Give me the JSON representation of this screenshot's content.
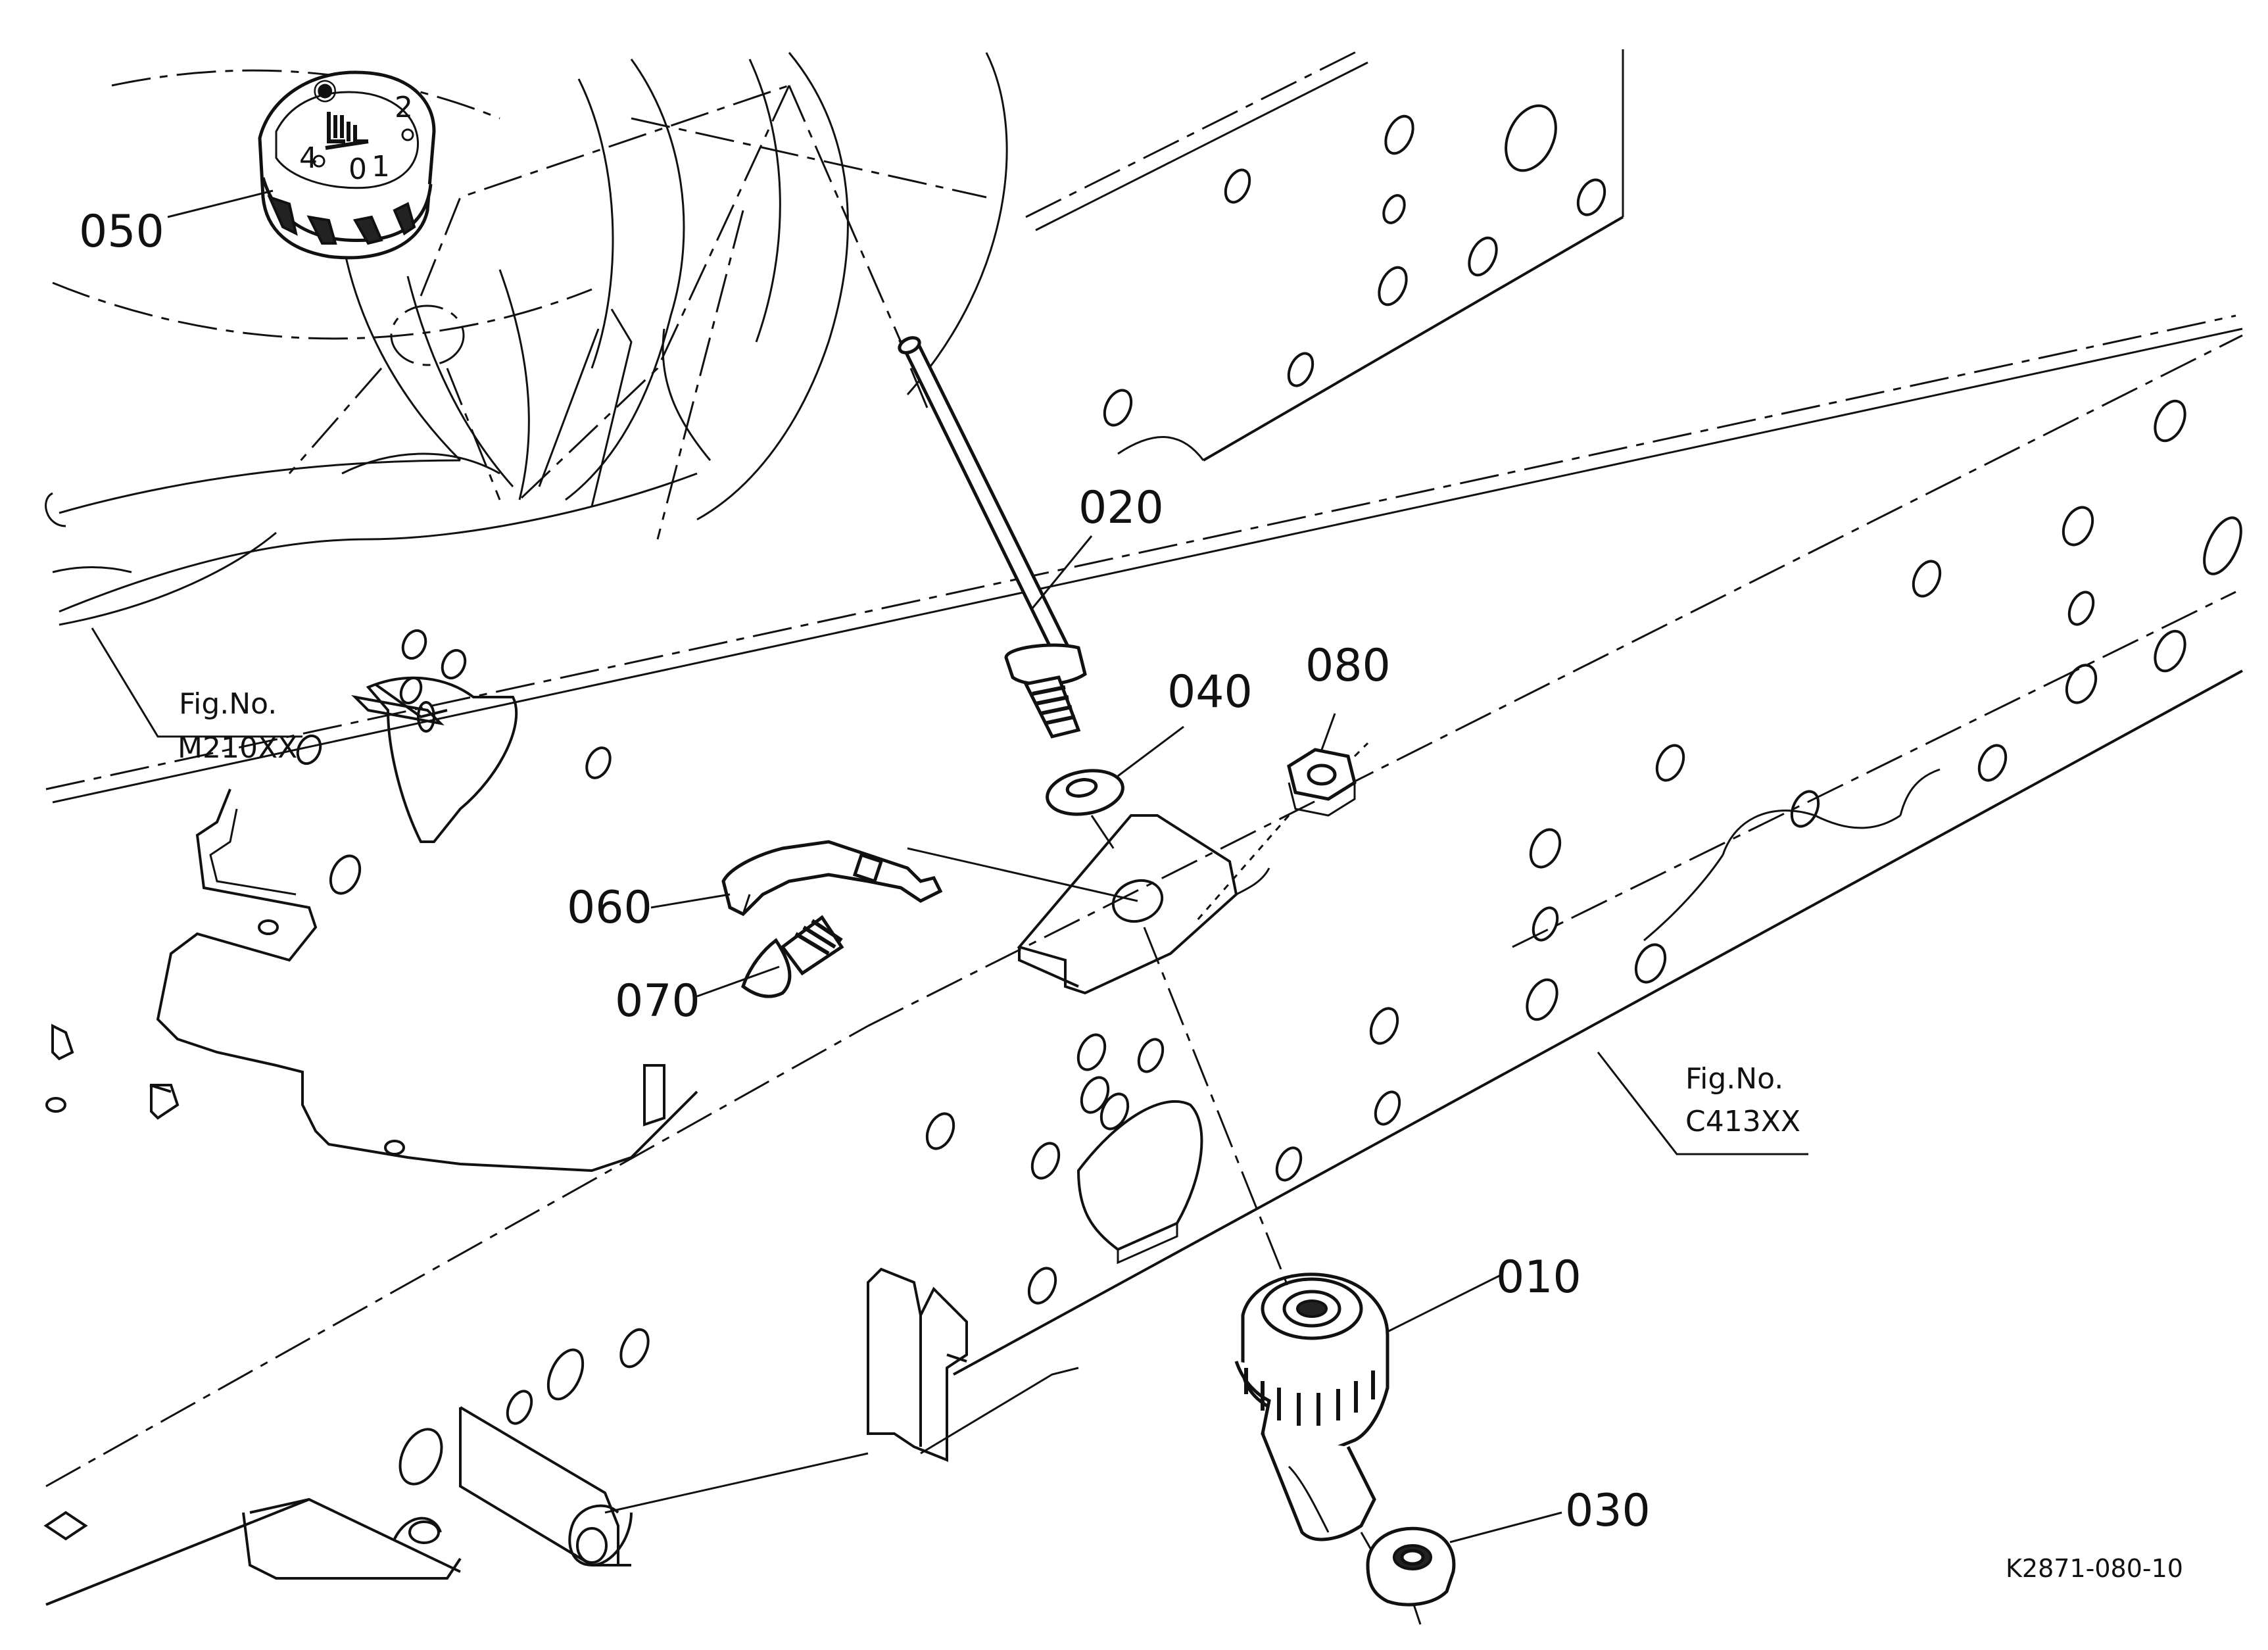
{
  "diagram": {
    "parts": [
      {
        "id": "010",
        "name": "knob-assembly"
      },
      {
        "id": "020",
        "name": "shaft"
      },
      {
        "id": "030",
        "name": "nut"
      },
      {
        "id": "040",
        "name": "washer"
      },
      {
        "id": "050",
        "name": "dial-cap"
      },
      {
        "id": "060",
        "name": "clip"
      },
      {
        "id": "070",
        "name": "screw"
      },
      {
        "id": "080",
        "name": "flange-nut"
      }
    ],
    "figure_refs": [
      {
        "label": "Fig.No.",
        "code": "M210XX"
      },
      {
        "label": "Fig.No.",
        "code": "C413XX"
      }
    ],
    "dial_marks": [
      "4",
      "2",
      "0",
      "1"
    ],
    "drawing_id": "K2871-080-10"
  }
}
